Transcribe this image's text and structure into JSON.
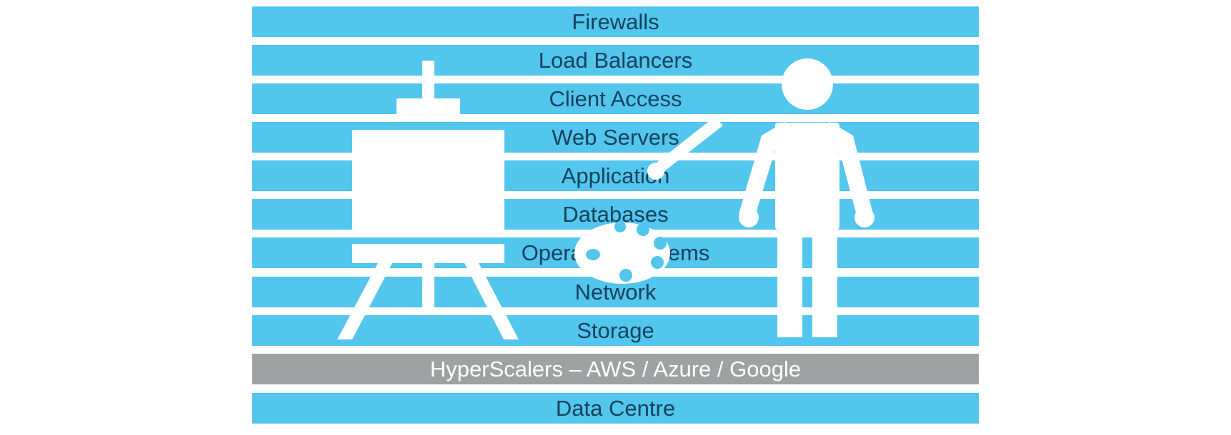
{
  "colors": {
    "layer_blue": "#52c6ec",
    "layer_grey": "#9fa2a3",
    "text_dark": "#16415e",
    "text_light": "#ffffff",
    "illustration": "#ffffff"
  },
  "layers": [
    {
      "label": "Firewalls",
      "style": "blue"
    },
    {
      "label": "Load Balancers",
      "style": "blue"
    },
    {
      "label": "Client Access",
      "style": "blue"
    },
    {
      "label": "Web Servers",
      "style": "blue"
    },
    {
      "label": "Application",
      "style": "blue"
    },
    {
      "label": "Databases",
      "style": "blue"
    },
    {
      "label": "Operating Systems",
      "style": "blue"
    },
    {
      "label": "Network",
      "style": "blue"
    },
    {
      "label": "Storage",
      "style": "blue"
    },
    {
      "label": "HyperScalers – AWS / Azure / Google",
      "style": "grey"
    },
    {
      "label": "Data Centre",
      "style": "blue"
    }
  ],
  "illustration": {
    "icons": [
      "easel-icon",
      "palette-icon",
      "painter-icon"
    ]
  }
}
